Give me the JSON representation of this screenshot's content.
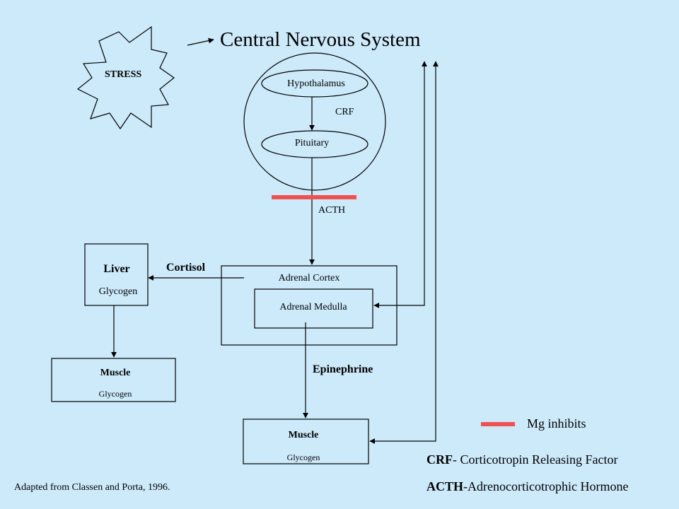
{
  "diagram": {
    "title": "Central Nervous System",
    "stress": "STRESS",
    "hypothalamus": "Hypothalamus",
    "crf_label": "CRF",
    "pituitary": "Pituitary",
    "acth_label": "ACTH",
    "adrenal_cortex": "Adrenal Cortex",
    "adrenal_medulla": "Adrenal Medulla",
    "cortisol": "Cortisol",
    "liver": "Liver",
    "liver_glycogen": "Glycogen",
    "muscle_left": "Muscle",
    "muscle_left_glycogen": "Glycogen",
    "epinephrine": "Epinephrine",
    "muscle_bottom": "Muscle",
    "muscle_bottom_glycogen": "Glycogen"
  },
  "legend": {
    "mg_inhibits": "Mg inhibits",
    "crf_abbr": "CRF",
    "crf_def": "- Corticotropin Releasing Factor",
    "acth_abbr": "ACTH",
    "acth_def": "-Adrenocorticotrophic Hormone"
  },
  "citation": "Adapted from Classen and Porta, 1996.",
  "colors": {
    "background": "#cdeafb",
    "inhibit_bar": "#f05050",
    "line": "#000000"
  }
}
